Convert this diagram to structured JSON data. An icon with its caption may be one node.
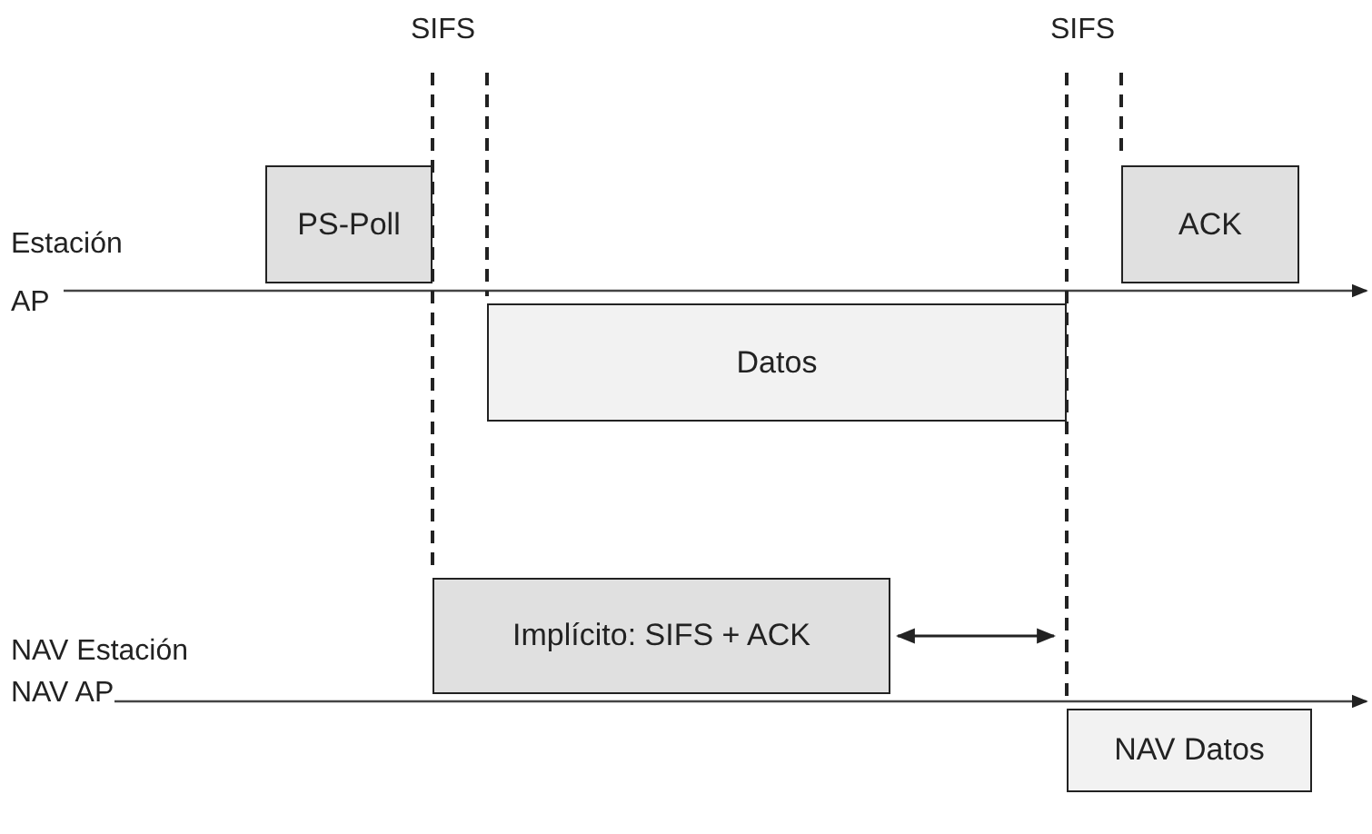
{
  "diagram": {
    "nodes": [
      {
        "text": [
          "PS-Poll"
        ]
      },
      {
        "text": [
          "ACK"
        ]
      },
      {
        "text": [
          "Datos"
        ]
      },
      {
        "text": [
          "Implícito: SIFS + ACK"
        ]
      },
      {
        "text": [
          "NAV Datos"
        ]
      }
    ],
    "labels": [
      "SIFS",
      "SIFS",
      "Estación",
      "AP",
      "NAV Estación",
      "NAV AP"
    ]
  }
}
